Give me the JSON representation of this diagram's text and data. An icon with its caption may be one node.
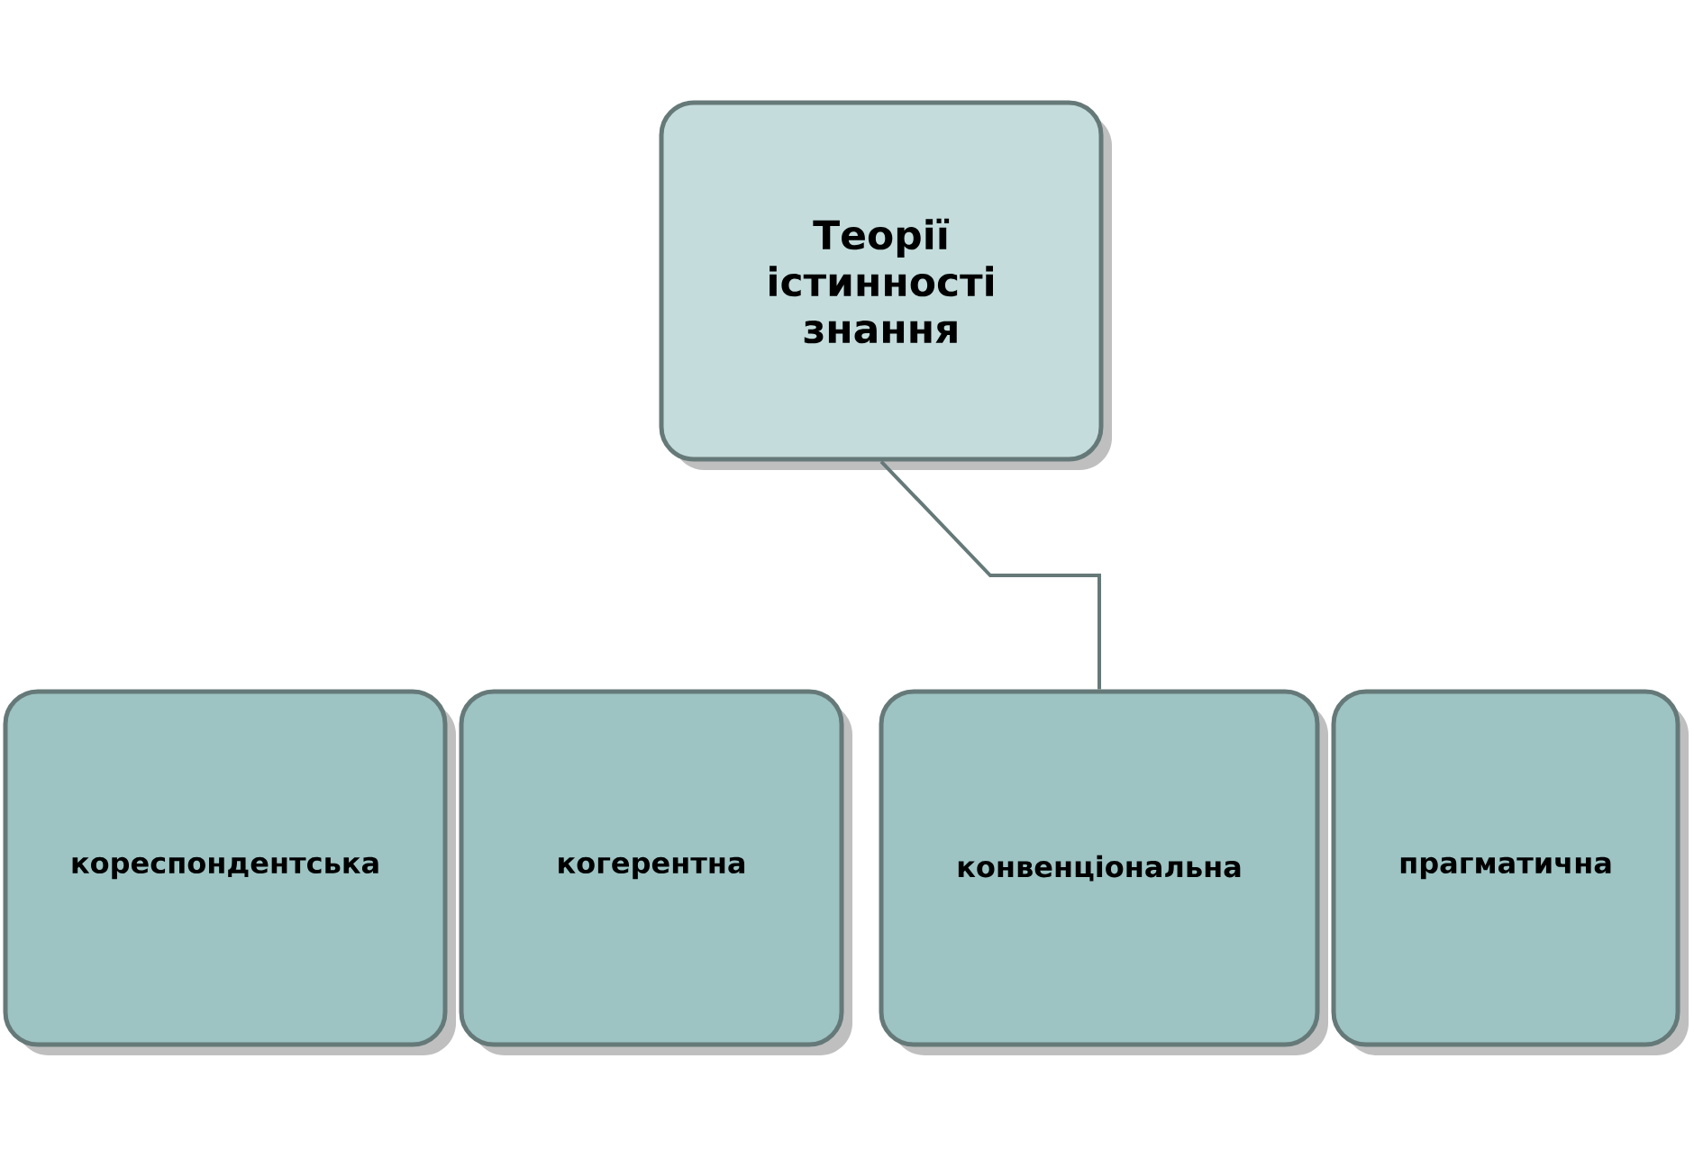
{
  "diagram": {
    "nodes": [
      {
        "text": [
          "Теорії істинності знання"
        ]
      },
      {
        "text": [
          "кореспондентська"
        ]
      },
      {
        "text": [
          "когерентна"
        ]
      },
      {
        "text": [
          "конвенціональна"
        ]
      },
      {
        "text": [
          "прагматична"
        ]
      }
    ],
    "edges": [
      {
        "from": 0,
        "to": 3,
        "arrow": "none"
      }
    ]
  }
}
